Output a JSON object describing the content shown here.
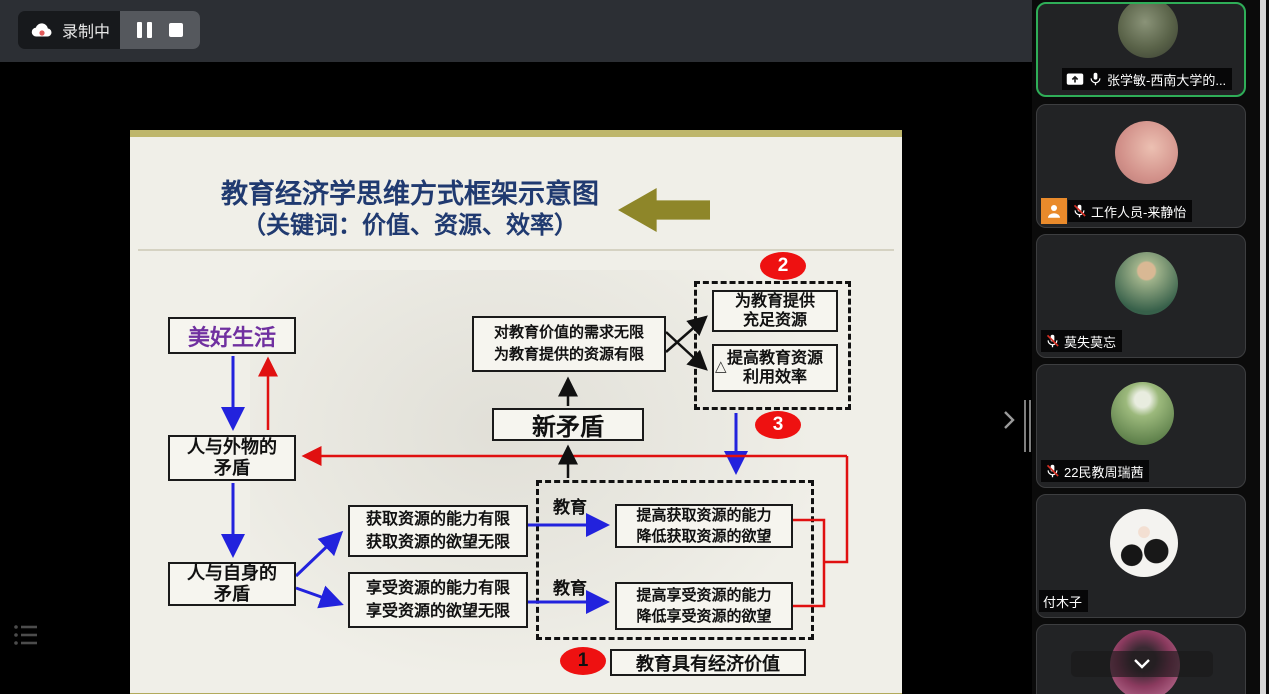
{
  "topbar": {
    "recording_label": "录制中"
  },
  "slide": {
    "title_line1": "教育经济学思维方式框架示意图",
    "title_line2": "（关键词：价值、资源、效率）",
    "badge1": "1",
    "badge2": "2",
    "badge3": "3",
    "nodes": {
      "good_life": "美好生活",
      "human_external": "人与外物的\n矛盾",
      "human_self": "人与自身的\n矛盾",
      "demand": "对教育价值的需求无限\n为教育提供的资源有限",
      "new_contradiction": "新矛盾",
      "provide_resources": "为教育提供\n充足资源",
      "resource_efficiency": "提高教育资源\n利用效率",
      "limit_gain": "获取资源的能力有限\n获取资源的欲望无限",
      "limit_enjoy": "享受资源的能力有限\n享受资源的欲望无限",
      "edu_label_1": "教育",
      "edu_label_2": "教育",
      "improve_gain": "提高获取资源的能力\n降低获取资源的欲望",
      "improve_enjoy": "提高享受资源的能力\n降低享受资源的欲望",
      "econ_value": "教育具有经济价值"
    }
  },
  "participants": [
    {
      "name": "张学敏-西南大学的...",
      "mic": "on",
      "sharing": true,
      "active_speaker": true
    },
    {
      "name": "工作人员-来静怡",
      "mic": "muted",
      "role_badge": "staff"
    },
    {
      "name": "莫失莫忘",
      "mic": "muted"
    },
    {
      "name": "22民教周瑞茜",
      "mic": "muted"
    },
    {
      "name": "付木子",
      "mic": "none"
    },
    {
      "name": "",
      "mic": "none"
    }
  ],
  "colors": {
    "active_speaker_green": "#2fae58",
    "record_dot_red": "#e25b5b",
    "slide_olive": "#b2aa5c",
    "title_blue": "#203a70",
    "arrow_blue": "#2222dd",
    "arrow_red": "#e01010",
    "badge_red": "#ee1111",
    "good_life_purple": "#7030a0",
    "staff_badge_orange": "#e98a2b"
  }
}
